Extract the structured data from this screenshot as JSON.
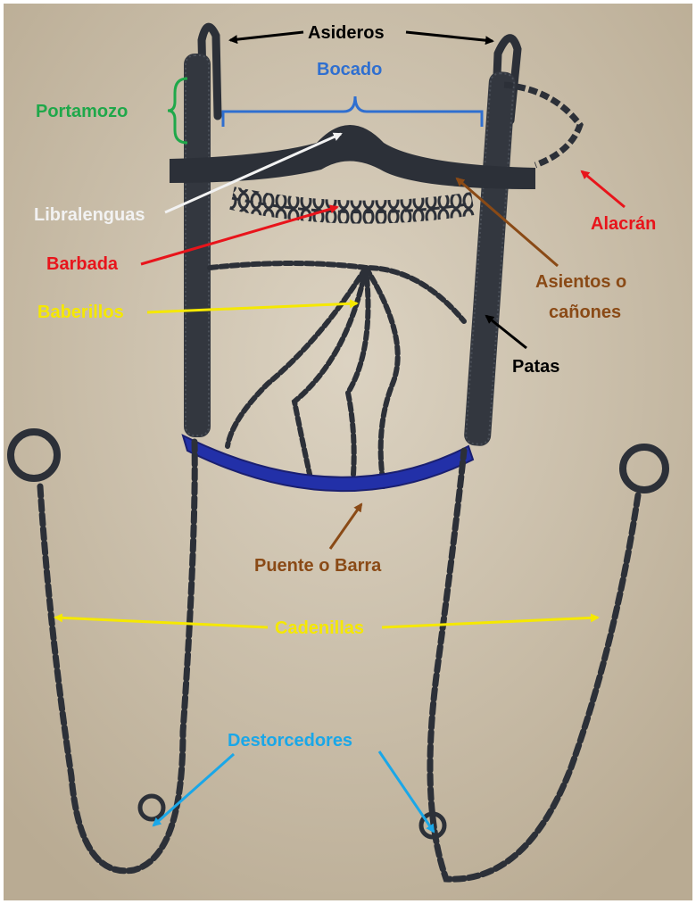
{
  "labels": {
    "asideros": "Asideros",
    "bocado": "Bocado",
    "portamozo": "Portamozo",
    "libralenguas": "Libralenguas",
    "alacran": "Alacrán",
    "barbada": "Barbada",
    "asientos_line1": "Asientos o",
    "asientos_line2": "cañones",
    "baberillos": "Baberillos",
    "patas": "Patas",
    "puente": "Puente o Barra",
    "cadenillas": "Cadenillas",
    "destorcedores": "Destorcedores"
  },
  "colors": {
    "background_wood": "#c9bda8",
    "metal": "#2c3038",
    "bar_blue": "#2230a8",
    "black_label": "#000000",
    "blue_label": "#2f6fd0",
    "green_label": "#1fa84a",
    "white_label": "#f2f2f2",
    "red_label": "#e8141b",
    "brown_label": "#8a4a16",
    "yellow_label": "#f5e800",
    "cyan_label": "#1aa7e8"
  }
}
